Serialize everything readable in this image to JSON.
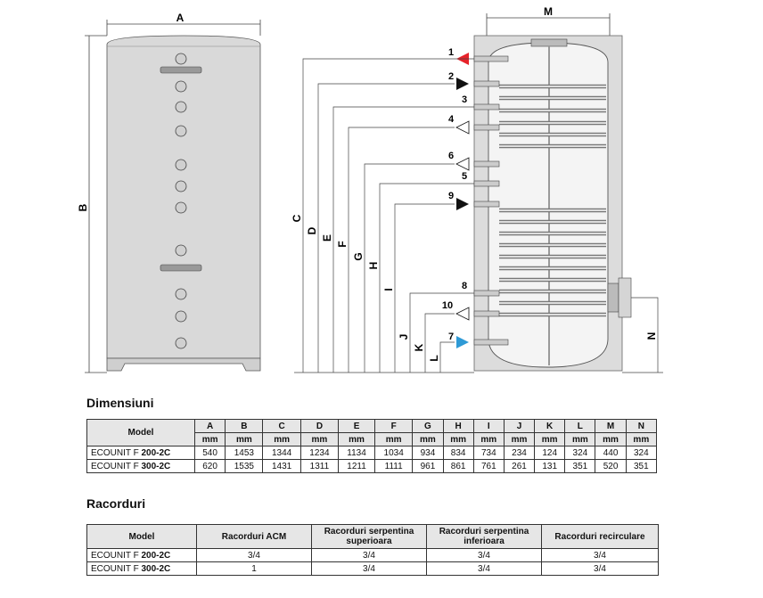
{
  "drawing": {
    "left_label_A": "A",
    "left_label_B": "B",
    "top_label_M": "M",
    "vertical_dims": [
      "C",
      "D",
      "E",
      "F",
      "G",
      "H",
      "I",
      "J",
      "K",
      "L"
    ],
    "label_N": "N",
    "connections": [
      {
        "num": "1",
        "arrow": "red"
      },
      {
        "num": "2",
        "arrow": "black"
      },
      {
        "num": "3",
        "arrow": "none"
      },
      {
        "num": "4",
        "arrow": "white"
      },
      {
        "num": "6",
        "arrow": "white"
      },
      {
        "num": "5",
        "arrow": "none"
      },
      {
        "num": "9",
        "arrow": "black"
      },
      {
        "num": "8",
        "arrow": "none"
      },
      {
        "num": "10",
        "arrow": "white"
      },
      {
        "num": "7",
        "arrow": "blue"
      }
    ],
    "colors": {
      "red_arrow": "#e6232a",
      "blue_arrow": "#2e9ad6",
      "tank": "#d9d9d9",
      "tank_inner": "#efefef"
    }
  },
  "dimensions": {
    "heading": "Dimensiuni",
    "model_header": "Model",
    "columns": [
      "A",
      "B",
      "C",
      "D",
      "E",
      "F",
      "G",
      "H",
      "I",
      "J",
      "K",
      "L",
      "M",
      "N"
    ],
    "unit": "mm",
    "rows": [
      {
        "prefix": "ECOUNIT F ",
        "bold": "200-2C",
        "values": [
          "540",
          "1453",
          "1344",
          "1234",
          "1134",
          "1034",
          "934",
          "834",
          "734",
          "234",
          "124",
          "324",
          "440",
          "324"
        ]
      },
      {
        "prefix": "ECOUNIT F ",
        "bold": "300-2C",
        "values": [
          "620",
          "1535",
          "1431",
          "1311",
          "1211",
          "1111",
          "961",
          "861",
          "761",
          "261",
          "131",
          "351",
          "520",
          "351"
        ]
      }
    ]
  },
  "connections_table": {
    "heading": "Racorduri",
    "headers": [
      "Model",
      "Racorduri ACM",
      "Racorduri serpentina superioara",
      "Racorduri serpentina inferioara",
      "Racorduri recirculare"
    ],
    "rows": [
      {
        "prefix": "ECOUNIT F ",
        "bold": "200-2C",
        "values": [
          "3/4",
          "3/4",
          "3/4",
          "3/4"
        ]
      },
      {
        "prefix": "ECOUNIT F ",
        "bold": "300-2C",
        "values": [
          "1",
          "3/4",
          "3/4",
          "3/4"
        ]
      }
    ]
  }
}
